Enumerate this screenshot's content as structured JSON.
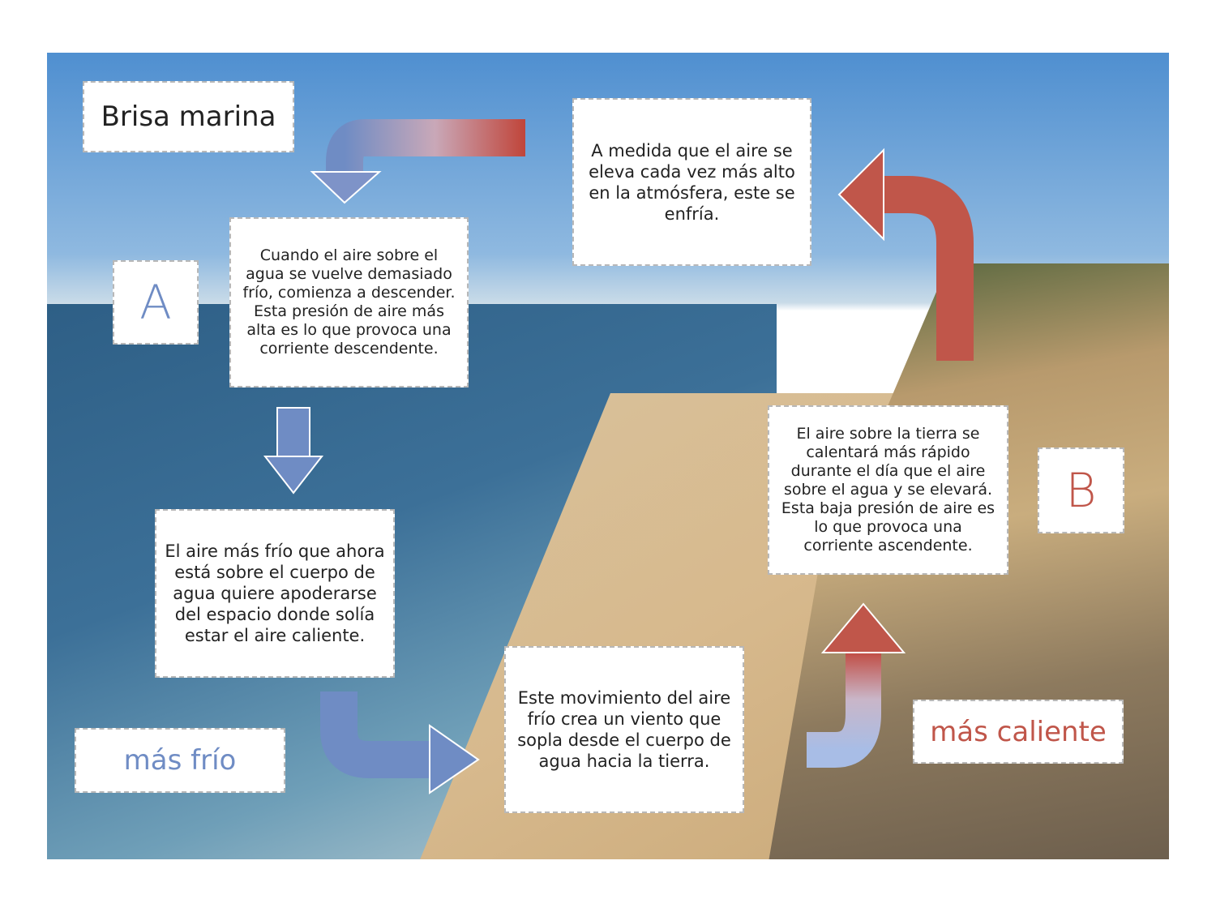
{
  "title": "Brisa marina",
  "labels": {
    "a": "A",
    "b": "B",
    "cold": "más frío",
    "hot": "más caliente"
  },
  "steps": {
    "descend": "Cuando el aire sobre el agua se vuelve demasiado frío, comienza a descender. Esta presión de aire más alta es lo que provoca una corriente descendente.",
    "cool_high": "A medida que el aire se eleva cada vez más alto en la atmósfera, este se enfría.",
    "cold_air": "El aire más frío que ahora está sobre el cuerpo de agua quiere apoderarse del espacio donde solía estar el aire caliente.",
    "land_heat": "El aire sobre la tierra se calentará más rápido durante el día que el aire sobre el agua y se elevará. Esta baja presión de aire es lo que provoca una corriente ascendente.",
    "wind": "Este movimiento del aire frío crea un viento que sopla desde el cuerpo de agua hacia la tierra."
  },
  "colors": {
    "cold": "#6f8cc4",
    "hot": "#c0564a"
  }
}
